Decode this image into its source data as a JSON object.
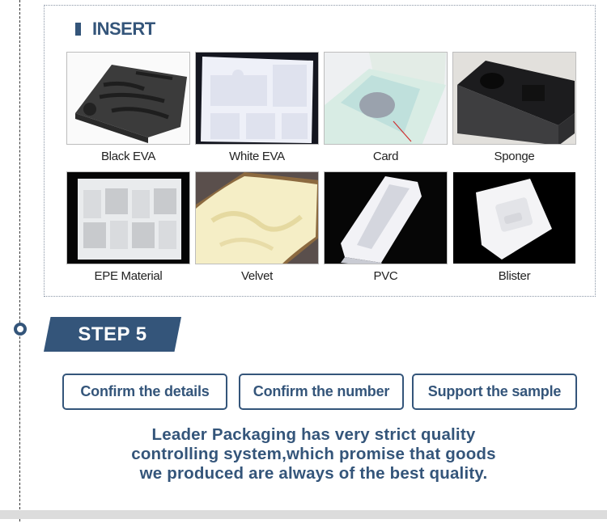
{
  "insert_section": {
    "title": "INSERT",
    "accent_color": "#34557a",
    "items": [
      {
        "label": "Black EVA",
        "image": "black-eva-foam-tool-tray"
      },
      {
        "label": "White EVA",
        "image": "white-eva-compartment-tray"
      },
      {
        "label": "Card",
        "image": "card-insert-box"
      },
      {
        "label": "Sponge",
        "image": "black-sponge-foam-block"
      },
      {
        "label": "EPE Material",
        "image": "white-epe-foam-tray"
      },
      {
        "label": "Velvet",
        "image": "cream-satin-velvet-lining"
      },
      {
        "label": "PVC",
        "image": "white-pvc-tray"
      },
      {
        "label": "Blister",
        "image": "white-blister-tray"
      }
    ]
  },
  "step": {
    "label": "STEP 5"
  },
  "buttons": [
    {
      "label": "Confirm the details"
    },
    {
      "label": "Confirm the number"
    },
    {
      "label": "Support the sample"
    }
  ],
  "statement": {
    "lines": [
      "Leader Packaging has very strict quality",
      "controlling system,which promise that goods",
      "we produced are always of the best quality."
    ]
  }
}
